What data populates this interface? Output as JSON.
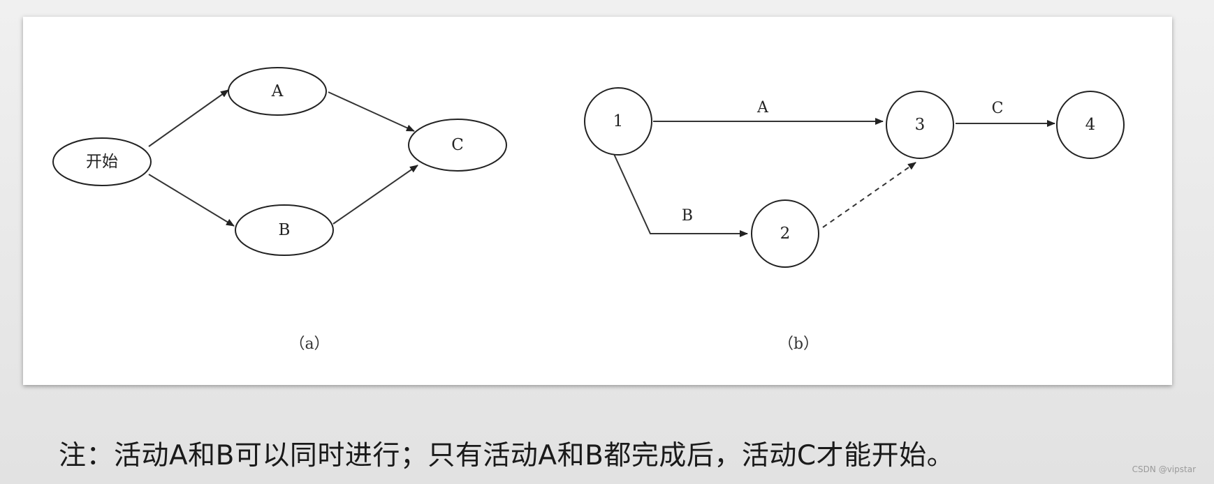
{
  "diagram_a": {
    "caption": "（a）",
    "nodes": {
      "start": "开始",
      "a": "A",
      "b": "B",
      "c": "C"
    }
  },
  "diagram_b": {
    "caption": "（b）",
    "nodes": {
      "n1": "1",
      "n2": "2",
      "n3": "3",
      "n4": "4"
    },
    "edges": {
      "a": "A",
      "b": "B",
      "c": "C"
    }
  },
  "note": "注：活动A和B可以同时进行；只有活动A和B都完成后，活动C才能开始。",
  "watermark": "CSDN @vipstar"
}
